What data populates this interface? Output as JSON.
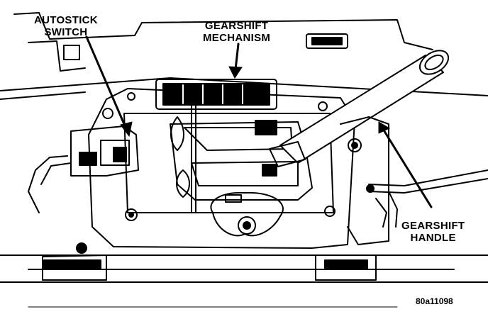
{
  "callouts": {
    "autostick_switch": {
      "line1": "AUTOSTICK",
      "line2": "SWITCH"
    },
    "gearshift_mechanism": {
      "line1": "GEARSHIFT",
      "line2": "MECHANISM"
    },
    "gearshift_handle": {
      "line1": "GEARSHIFT",
      "line2": "HANDLE"
    }
  },
  "figure_id": "80a11098"
}
